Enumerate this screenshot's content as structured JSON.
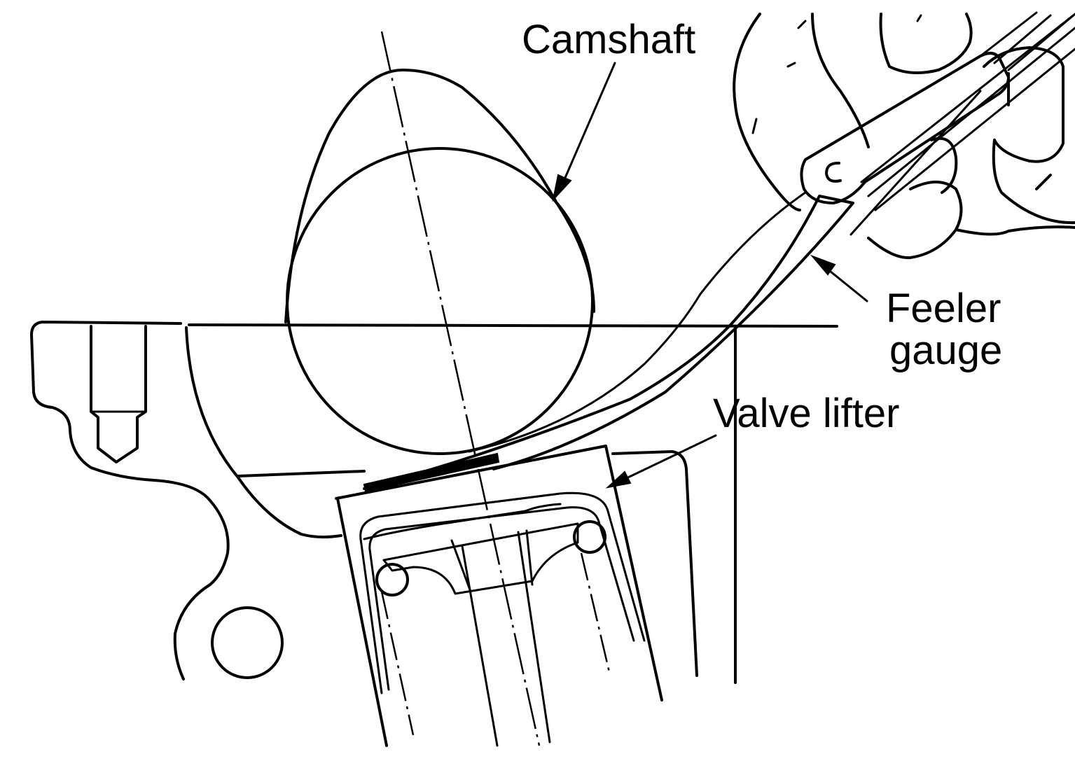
{
  "labels": {
    "camshaft": "Camshaft",
    "feeler_line1": "Feeler",
    "feeler_line2": "gauge",
    "valve_lifter": "Valve lifter"
  },
  "colors": {
    "ink": "#000000",
    "paper": "#ffffff"
  }
}
